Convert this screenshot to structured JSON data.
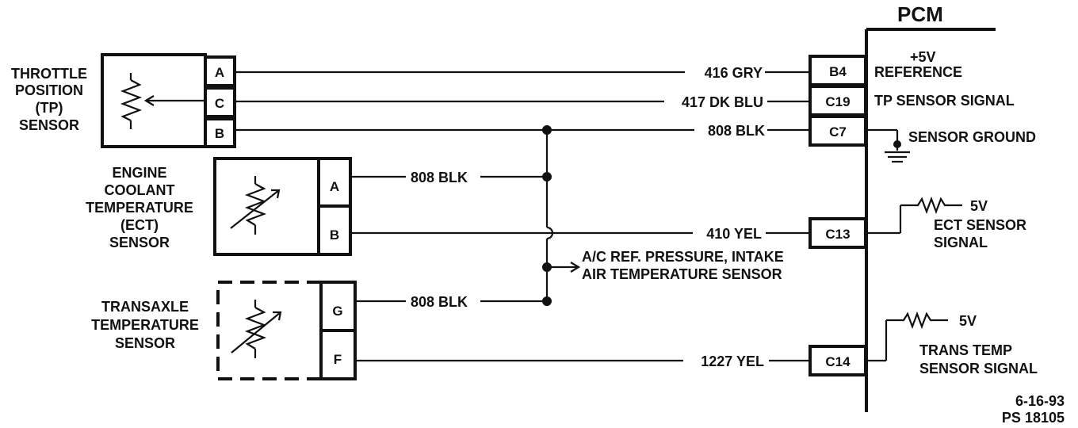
{
  "pcm": {
    "title": "PCM",
    "terminals": [
      "B4",
      "C19",
      "C7",
      "C13",
      "C14"
    ],
    "labels": {
      "ref_top": "+5V",
      "ref_bottom": "REFERENCE",
      "tp_signal": "TP SENSOR  SIGNAL",
      "sensor_ground": "SENSOR GROUND",
      "ect_v": "5V",
      "ect_signal_1": "ECT SENSOR",
      "ect_signal_2": "SIGNAL",
      "trans_v": "5V",
      "trans_signal_1": "TRANS TEMP",
      "trans_signal_2": "SENSOR SIGNAL"
    }
  },
  "sensors": {
    "tp": {
      "lines": [
        "THROTTLE",
        "POSITION",
        "(TP)",
        "SENSOR"
      ],
      "pins": [
        "A",
        "C",
        "B"
      ]
    },
    "ect": {
      "lines": [
        "ENGINE",
        "COOLANT",
        "TEMPERATURE",
        "(ECT)",
        "SENSOR"
      ],
      "pins": [
        "A",
        "B"
      ]
    },
    "trans": {
      "lines": [
        "TRANSAXLE",
        "TEMPERATURE",
        "SENSOR"
      ],
      "pins": [
        "G",
        "F"
      ]
    }
  },
  "wires": {
    "w416": "416 GRY",
    "w417": "417 DK BLU",
    "w808_top": "808 BLK",
    "w808_ect": "808 BLK",
    "w410": "410 YEL",
    "w808_trans": "808 BLK",
    "w1227": "1227 YEL"
  },
  "ac_ref": {
    "line1": "A/C REF. PRESSURE, INTAKE",
    "line2": "AIR TEMPERATURE SENSOR"
  },
  "footer": {
    "date": "6-16-93",
    "code": "PS 18105"
  }
}
